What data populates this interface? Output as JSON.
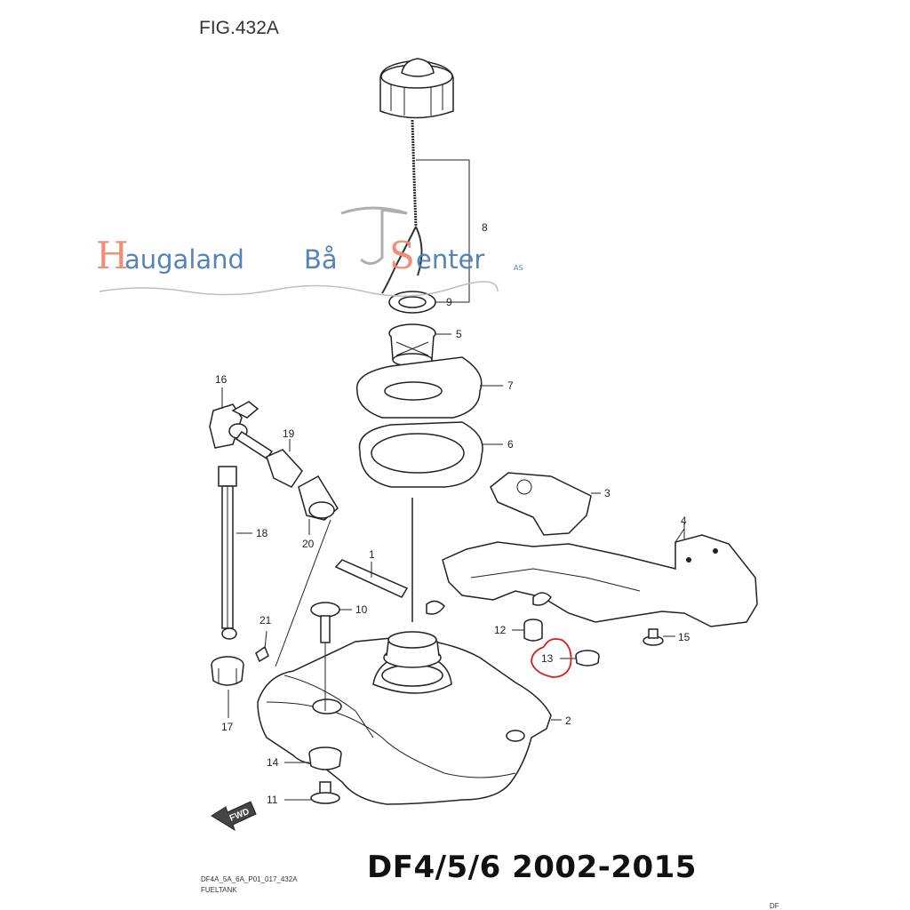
{
  "figure": {
    "title": "FIG.432A",
    "code": "DF4A_5A_6A_P01_017_432A",
    "name": "FUELTANK",
    "corner_text": "DF"
  },
  "model_caption": "DF4/5/6 2002-2015",
  "watermark": {
    "initial": "H",
    "word1": "augaland",
    "word2": "Bå",
    "initial2": "S",
    "word3": "enter",
    "suffix": "AS"
  },
  "forward_arrow_label": "FWD",
  "callouts": [
    "1",
    "2",
    "3",
    "4",
    "5",
    "6",
    "7",
    "8",
    "9",
    "10",
    "11",
    "12",
    "13",
    "14",
    "15",
    "16",
    "17",
    "18",
    "19",
    "20",
    "21"
  ],
  "highlighted_part": "13",
  "colors": {
    "highlight": "#d62020",
    "watermark_red": "#f08a70",
    "watermark_blue": "#4a7fb5"
  }
}
